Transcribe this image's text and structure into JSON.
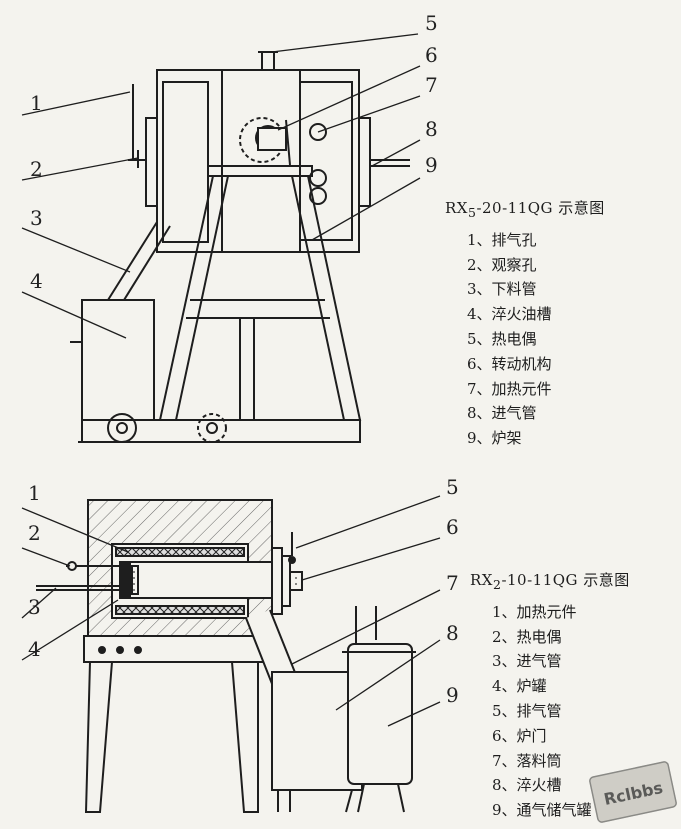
{
  "diagram_a": {
    "title_prefix": "RX",
    "title_sub": "5",
    "title_rest": "-20-11QG 示意图",
    "callouts": [
      "1",
      "2",
      "3",
      "4",
      "5",
      "6",
      "7",
      "8",
      "9"
    ],
    "items": [
      "1、排气孔",
      "2、观察孔",
      "3、下料管",
      "4、淬火油槽",
      "5、热电偶",
      "6、转动机构",
      "7、加热元件",
      "8、进气管",
      "9、炉架"
    ]
  },
  "diagram_b": {
    "title_prefix": "RX",
    "title_sub": "2",
    "title_rest": "-10-11QG 示意图",
    "callouts": [
      "1",
      "2",
      "3",
      "4",
      "5",
      "6",
      "7",
      "8",
      "9"
    ],
    "items": [
      "1、加热元件",
      "2、热电偶",
      "3、进气管",
      "4、炉罐",
      "5、排气管",
      "6、炉门",
      "7、落料筒",
      "8、淬火槽",
      "9、通气储气罐"
    ]
  },
  "watermark": {
    "text": "Rclbbs",
    "color": "#8a8a86"
  }
}
